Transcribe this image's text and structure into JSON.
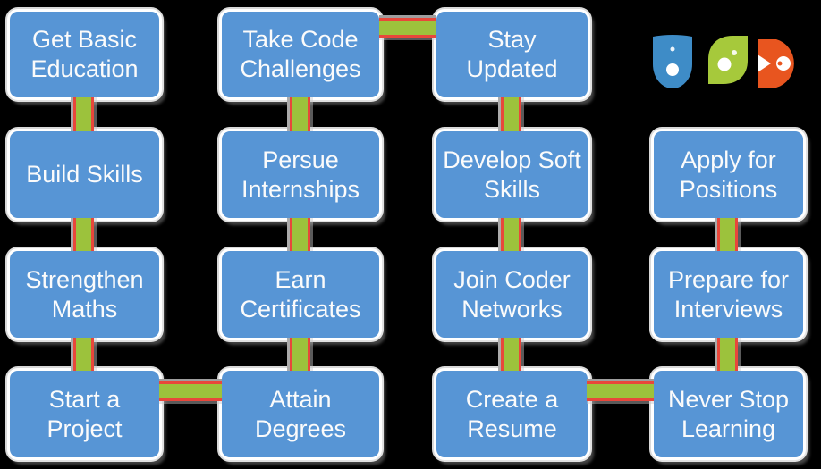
{
  "diagram": {
    "type": "snake-process-flowchart",
    "columns": [
      {
        "boxes": [
          "Get Basic Education",
          "Build Skills",
          "Strengthen Maths",
          "Start a Project"
        ]
      },
      {
        "boxes": [
          "Take Code Challenges",
          "Persue Internships",
          "Earn Certificates",
          "Attain Degrees"
        ]
      },
      {
        "boxes": [
          "Stay Updated",
          "Develop Soft Skills",
          "Join Coder Networks",
          "Create a Resume"
        ]
      },
      {
        "boxes": [
          "Apply for Positions",
          "Prepare for Interviews",
          "Never Stop Learning"
        ]
      }
    ],
    "connections": {
      "vertical": [
        "col1:r1-r2",
        "col1:r2-r3",
        "col1:r3-r4",
        "col2:r1-r2",
        "col2:r2-r3",
        "col2:r3-r4",
        "col3:r1-r2",
        "col3:r2-r3",
        "col3:r3-r4",
        "col4:r2-r3",
        "col4:r3-r4"
      ],
      "horizontal": [
        "row1: Take Code Challenges - Stay Updated",
        "row4: Start a Project - Attain Degrees",
        "row4: Create a Resume - Never Stop Learning"
      ]
    }
  },
  "logo": {
    "glyphs": [
      "u-shield-disc",
      "leaf-disc",
      "d-disc"
    ],
    "colors": {
      "u": "#3E8CC7",
      "leaf": "#A6C93B",
      "d": "#E8551F"
    }
  },
  "colors": {
    "background": "#000000",
    "box_fill": "#5795D5",
    "box_border": "#FFFFFF",
    "box_text": "#FBFBFB",
    "connector_green": "#9CC23C",
    "connector_red": "#E8473B",
    "connector_shadow_gray": "#ABABAB"
  }
}
